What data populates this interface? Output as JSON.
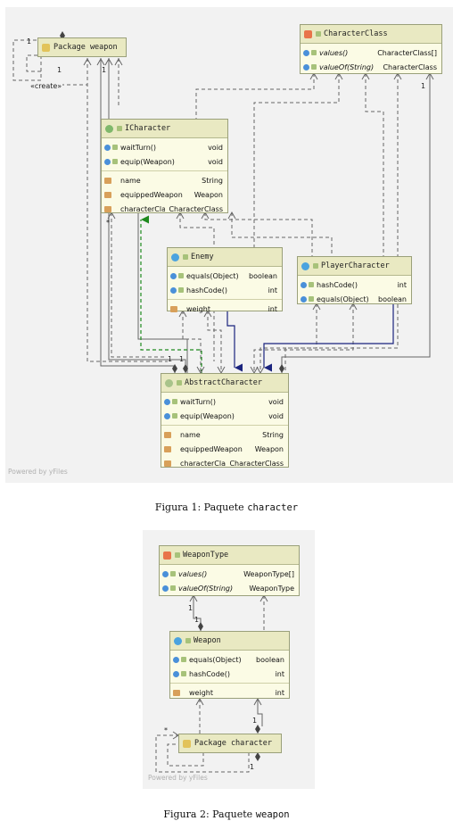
{
  "fig1": {
    "caption_prefix": "Figura 1: Paquete",
    "caption_code": "character",
    "powered_by": "Powered by yFiles",
    "package_weapon": {
      "label": "Package weapon",
      "create_label": "«create»",
      "mult_1a": "1",
      "mult_1b": "1",
      "mult_1c": "1"
    },
    "character_class": {
      "title": "CharacterClass",
      "methods": [
        {
          "name": "values()",
          "type": "CharacterClass[]"
        },
        {
          "name": "valueOf(String)",
          "type": "CharacterClass"
        }
      ]
    },
    "icharacter": {
      "title": "ICharacter",
      "methods": [
        {
          "name": "waitTurn()",
          "type": "void"
        },
        {
          "name": "equip(Weapon)",
          "type": "void"
        }
      ],
      "fields": [
        {
          "name": "name",
          "type": "String"
        },
        {
          "name": "equippedWeapon",
          "type": "Weapon"
        },
        {
          "name": "characterClass",
          "type": "CharacterClass"
        }
      ],
      "star": "*"
    },
    "enemy": {
      "title": "Enemy",
      "methods": [
        {
          "name": "equals(Object)",
          "type": "boolean"
        },
        {
          "name": "hashCode()",
          "type": "int"
        }
      ],
      "fields": [
        {
          "name": "weight",
          "type": "int"
        }
      ]
    },
    "player_character": {
      "title": "PlayerCharacter",
      "methods": [
        {
          "name": "hashCode()",
          "type": "int"
        },
        {
          "name": "equals(Object)",
          "type": "boolean"
        }
      ],
      "mult": "1"
    },
    "abstract_character": {
      "title": "AbstractCharacter",
      "methods": [
        {
          "name": "waitTurn()",
          "type": "void"
        },
        {
          "name": "equip(Weapon)",
          "type": "void"
        }
      ],
      "fields": [
        {
          "name": "name",
          "type": "String"
        },
        {
          "name": "equippedWeapon",
          "type": "Weapon"
        },
        {
          "name": "characterClass",
          "type": "CharacterClass"
        }
      ],
      "mult_a": "1",
      "mult_b": "1"
    }
  },
  "fig2": {
    "caption_prefix": "Figura 2: Paquete",
    "caption_code": "weapon",
    "powered_by": "Powered by yFiles",
    "weapon_type": {
      "title": "WeaponType",
      "methods": [
        {
          "name": "values()",
          "type": "WeaponType[]"
        },
        {
          "name": "valueOf(String)",
          "type": "WeaponType"
        }
      ],
      "mult": "1"
    },
    "weapon": {
      "title": "Weapon",
      "methods": [
        {
          "name": "equals(Object)",
          "type": "boolean"
        },
        {
          "name": "hashCode()",
          "type": "int"
        }
      ],
      "fields": [
        {
          "name": "weight",
          "type": "int"
        }
      ],
      "mult_a": "1",
      "mult_b": "1"
    },
    "package_character": {
      "label": "Package character",
      "star": "*",
      "mult": "1"
    }
  },
  "colors": {
    "class_fill": "#fbfbe5",
    "header_fill": "#e9e9c2",
    "inherit_green": "#1f8a1f",
    "impl_navy": "#1a237e",
    "line_gray": "#666666"
  }
}
